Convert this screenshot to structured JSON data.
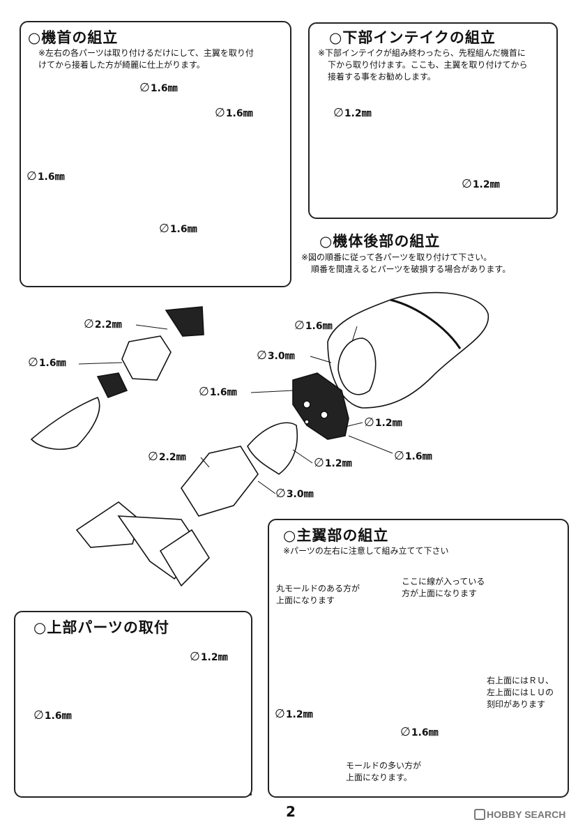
{
  "sections": {
    "nose": {
      "title": "○機首の組立",
      "note": [
        "※左右の各パーツは取り付けるだけにして、主翼を取り付",
        "けてから接着した方が綺麗に仕上がります。"
      ],
      "labels": [
        "1.6㎜",
        "1.6㎜",
        "1.6㎜",
        "1.6㎜"
      ]
    },
    "intake": {
      "title": "○下部インテイクの組立",
      "note": [
        "※下部インテイクが組み終わったら、先程組んだ機首に",
        "下から取り付けます。ここも、主翼を取り付けてから",
        "接着する事をお勧めします。"
      ],
      "labels": [
        "1.2㎜",
        "1.2㎜"
      ]
    },
    "rear": {
      "title": "○機体後部の組立",
      "note": [
        "※図の順番に従って各パーツを取り付けて下さい。",
        "順番を間違えるとパーツを破損する場合があります。"
      ],
      "labels": [
        "2.2㎜",
        "1.6㎜",
        "1.6㎜",
        "3.0㎜",
        "1.6㎜",
        "1.2㎜",
        "1.6㎜",
        "2.2㎜",
        "1.2㎜",
        "3.0㎜"
      ]
    },
    "upper": {
      "title": "○上部パーツの取付",
      "labels": [
        "1.2㎜",
        "1.6㎜"
      ]
    },
    "wing": {
      "title": "○主翼部の組立",
      "note": [
        "※パーツの左右に注意して組み立てて下さい"
      ],
      "callout_round": [
        "丸モールドのある方が",
        "上面になります"
      ],
      "callout_line": [
        "ここに線が入っている",
        "方が上面になります"
      ],
      "callout_ru": [
        "右上面にはＲＵ、",
        "左上面にはＬＵの",
        "刻印があります"
      ],
      "callout_mold": [
        "モールドの多い方が",
        "上面になります。"
      ],
      "labels": [
        "1.2㎜",
        "1.6㎜"
      ]
    }
  },
  "diameter_symbol": "∅",
  "page_number": "2",
  "watermark": "HOBBY SEARCH"
}
